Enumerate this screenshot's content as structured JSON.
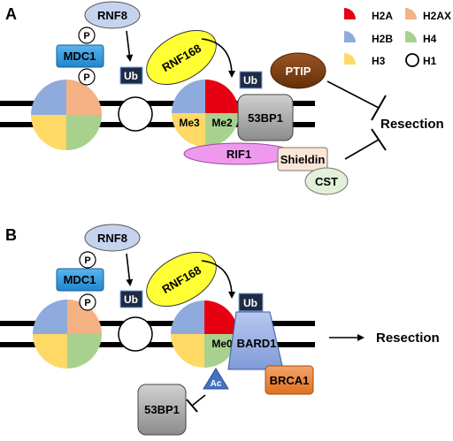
{
  "panel_a": {
    "letter": "A",
    "rnf8": "RNF8",
    "mdc1": "MDC1",
    "phospho": "P",
    "ubiquitin": "Ub",
    "rnf168": "RNF168",
    "ptip": "PTIP",
    "me3": "Me3",
    "me2": "Me2",
    "bp53": "53BP1",
    "rif1": "RIF1",
    "shieldin": "Shieldin",
    "cst": "CST",
    "resection": "Resection"
  },
  "panel_b": {
    "letter": "B",
    "rnf8": "RNF8",
    "mdc1": "MDC1",
    "phospho": "P",
    "ubiquitin": "Ub",
    "rnf168": "RNF168",
    "me0": "Me0",
    "bard1": "BARD1",
    "brca1": "BRCA1",
    "acetyl": "Ac",
    "bp53": "53BP1",
    "resection": "Resection"
  },
  "legend": [
    {
      "label": "H2A",
      "color": "#e60012"
    },
    {
      "label": "H2AX",
      "color": "#f4b183"
    },
    {
      "label": "H2B",
      "color": "#8faadc"
    },
    {
      "label": "H4",
      "color": "#a9d18e"
    },
    {
      "label": "H3",
      "color": "#ffd966"
    },
    {
      "label": "H1",
      "color": "#ffffff"
    }
  ],
  "colors": {
    "rnf8": "#c5d3ee",
    "mdc1": "#3399dd",
    "rnf168": "#ffff33",
    "ptip": "#7b3f12",
    "bp53": "#a6a6a6",
    "rif1": "#ee99ee",
    "shieldin": "#fbe5d6",
    "cst": "#e2f0d9",
    "bard1": "#8faadc",
    "brca1": "#ed7d31",
    "ac": "#4472c4",
    "ub": "#1f2b45"
  }
}
